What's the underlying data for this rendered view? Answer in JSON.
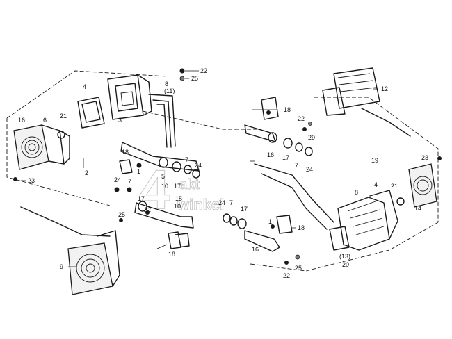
{
  "watermark": {
    "line1": "akt",
    "line2": "winkel"
  },
  "callouts": {
    "c22a": "22",
    "c25a": "25",
    "c8a": "8",
    "c11a": "(11)",
    "c4a": "4",
    "c3": "3",
    "c16": "16",
    "c6": "6",
    "c21a": "21",
    "c2": "2",
    "c23a": "23",
    "c18a": "18",
    "c1a": "1",
    "c7a": "7",
    "c5a": "5",
    "c24a": "24",
    "c10a": "10",
    "c17a": "17",
    "c7b": "7",
    "c24b": "24",
    "c17b": "17",
    "c22b": "22",
    "c25b": "25",
    "c9": "9",
    "c18b": "18",
    "c15": "15",
    "c10b": "10",
    "c24c": "24",
    "c7c": "7",
    "c17c": "17",
    "c1b": "1",
    "c18c": "18",
    "c16b": "16",
    "c18d": "18",
    "c22c": "22",
    "c29": "29",
    "c16c": "16",
    "c17d": "17",
    "c7d": "7",
    "c24d": "24",
    "c12": "12",
    "c19": "19",
    "c8b": "8",
    "c4b": "4",
    "c21b": "21",
    "c14": "14",
    "c23b": "23",
    "c13": "(13)",
    "c20": "20",
    "c22d": "22",
    "c25c": "25"
  }
}
